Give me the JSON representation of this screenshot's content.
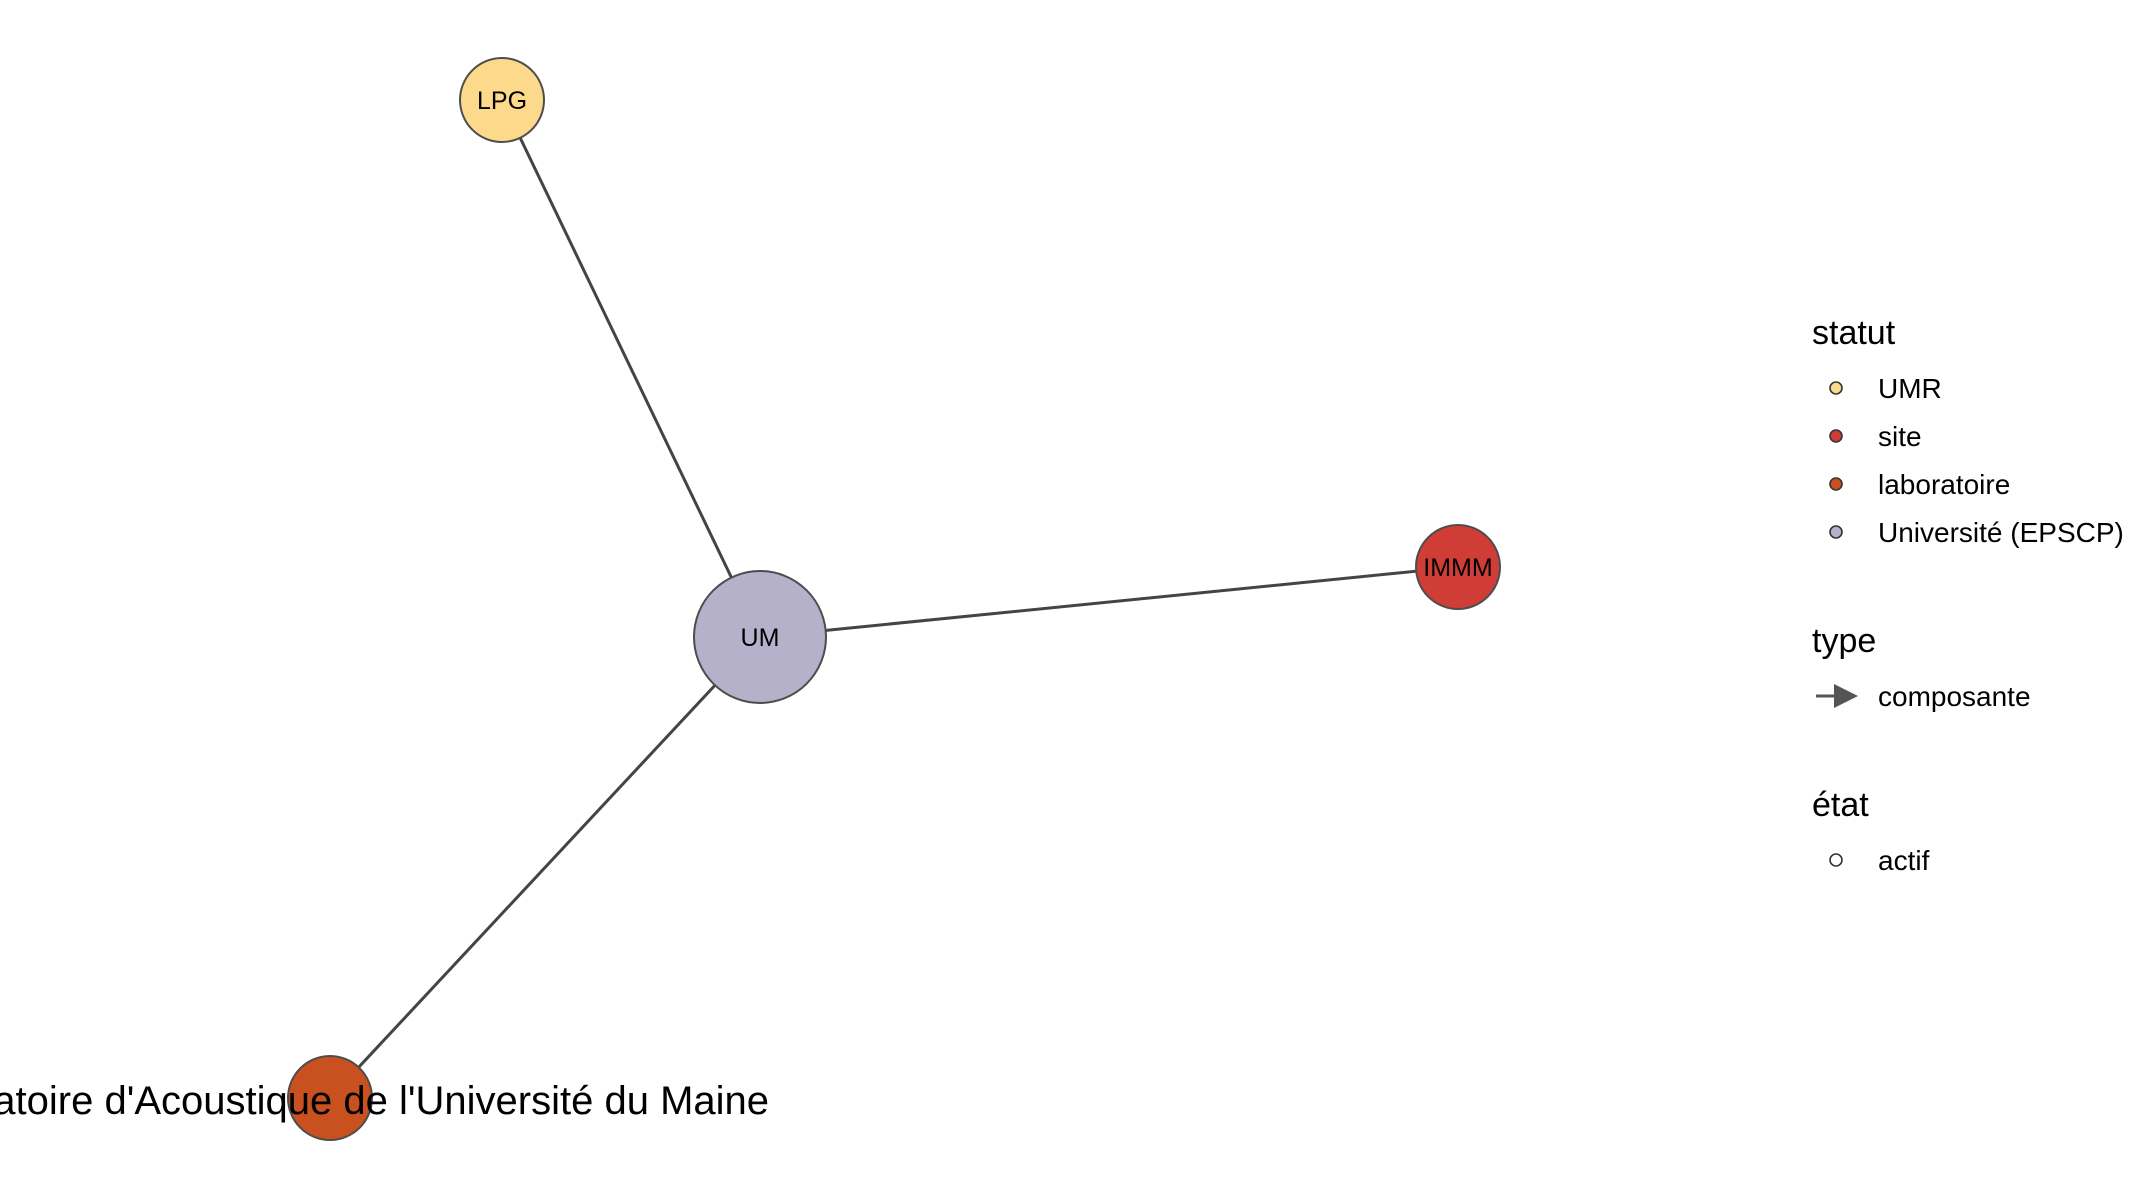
{
  "nodes": [
    {
      "id": "LPG",
      "label": "LPG",
      "statut": "UMR",
      "color": "#FDD98C"
    },
    {
      "id": "UM",
      "label": "UM",
      "statut": "Université (EPSCP)",
      "color": "#B5B1CA"
    },
    {
      "id": "IMMM",
      "label": "IMMM",
      "statut": "site",
      "color": "#D03C36"
    },
    {
      "id": "LAUM",
      "label": "Laboratoire d'Acoustique de l'Université du Maine",
      "statut": "laboratoire",
      "color": "#C8511F"
    }
  ],
  "edges": [
    {
      "from": "UM",
      "to": "LPG",
      "type": "composante"
    },
    {
      "from": "UM",
      "to": "IMMM",
      "type": "composante"
    },
    {
      "from": "UM",
      "to": "LAUM",
      "type": "composante"
    }
  ],
  "legend": {
    "statut": {
      "title": "statut",
      "items": [
        {
          "label": "UMR",
          "color": "#FDD98C"
        },
        {
          "label": "site",
          "color": "#D03C36"
        },
        {
          "label": "laboratoire",
          "color": "#C8511F"
        },
        {
          "label": "Université (EPSCP)",
          "color": "#B5B1CA"
        }
      ]
    },
    "type": {
      "title": "type",
      "items": [
        {
          "label": "composante",
          "icon": "arrow-right-icon"
        }
      ]
    },
    "etat": {
      "title": "état",
      "items": [
        {
          "label": "actif",
          "icon": "open-circle-icon"
        }
      ]
    }
  }
}
